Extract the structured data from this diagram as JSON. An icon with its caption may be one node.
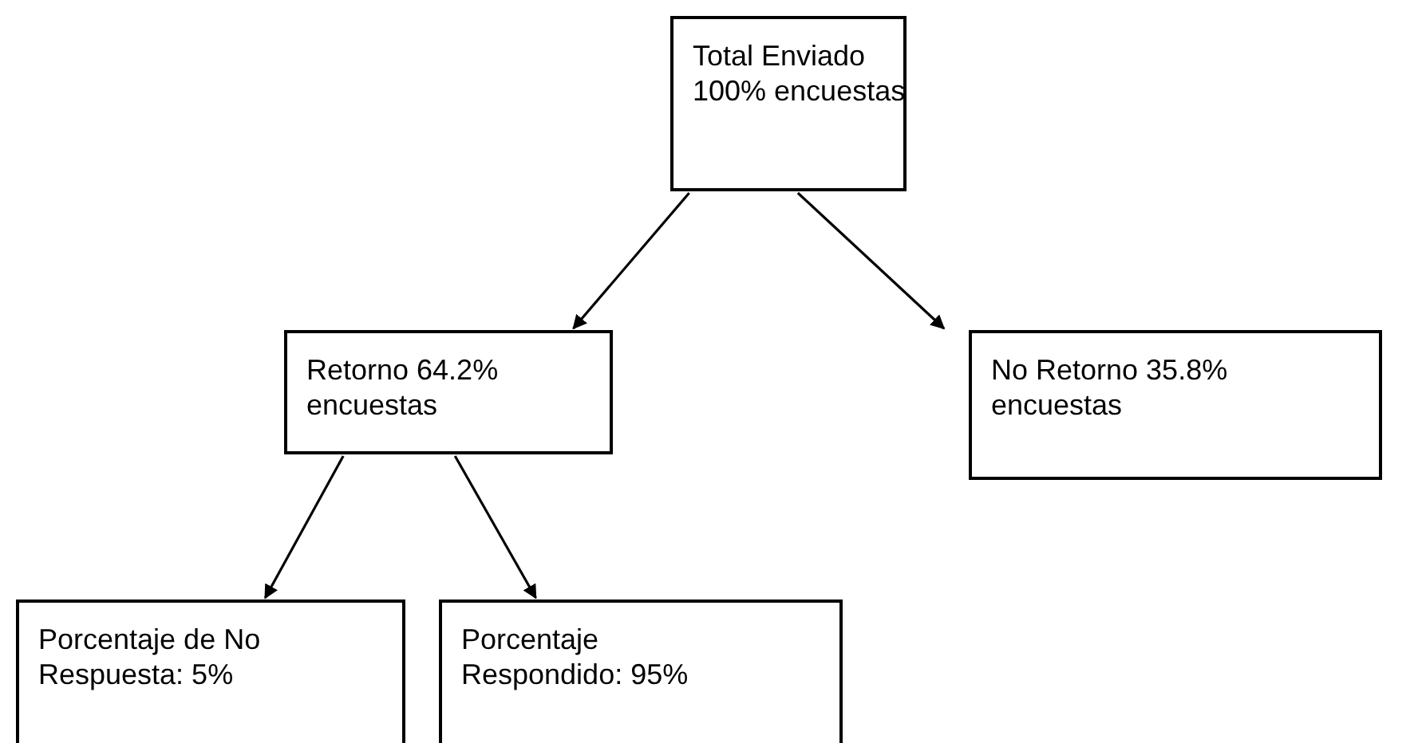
{
  "diagram": {
    "nodes": [
      {
        "text": [
          "Total Enviado 100% encuestas"
        ]
      },
      {
        "text": [
          "Retorno 64.2% encuestas"
        ]
      },
      {
        "text": [
          "No Retorno 35.8% encuestas"
        ]
      },
      {
        "text": [
          "Porcentaje de No Respuesta: 5%"
        ]
      },
      {
        "text": [
          "Porcentaje Respondido: 95%"
        ]
      }
    ],
    "edges": [
      {
        "from": 0,
        "to": 1,
        "arrow": "to"
      },
      {
        "from": 0,
        "to": 2,
        "arrow": "to"
      },
      {
        "from": 1,
        "to": 3,
        "arrow": "to"
      },
      {
        "from": 1,
        "to": 4,
        "arrow": "to"
      }
    ]
  }
}
